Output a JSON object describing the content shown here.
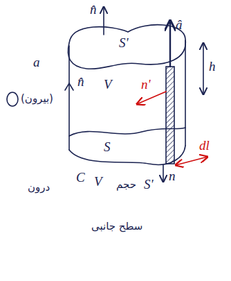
{
  "diagram": {
    "labels": [
      "n̂",
      "S'",
      "â",
      "h",
      "a",
      "n̂",
      "V",
      "n'",
      "S",
      "(بیرون)",
      "dl",
      "n",
      "C",
      "V",
      "درون",
      "حجم",
      "S'",
      "سطح جانبی"
    ]
  }
}
